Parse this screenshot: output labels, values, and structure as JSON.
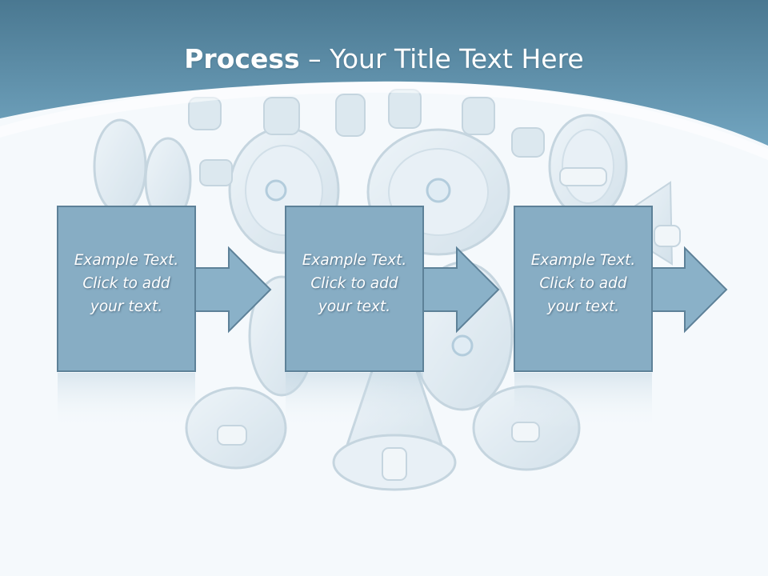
{
  "slide": {
    "title_bold": "Process",
    "title_rest": " – Your Title Text Here"
  },
  "steps": [
    {
      "line1": "Example Text.",
      "line2": "Click  to add",
      "line3": "your text."
    },
    {
      "line1": "Example Text.",
      "line2": "Click  to add",
      "line3": "your text."
    },
    {
      "line1": "Example Text.",
      "line2": "Click  to add",
      "line3": "your text."
    }
  ],
  "colors": {
    "header_dark": "#4f7f98",
    "header_light": "#6fa2bd",
    "box_fill": "#87adc4",
    "box_border": "#5d8198",
    "arrow_fill": "#8db3c9",
    "background": "#f5f9fc"
  },
  "decor": {
    "background_image": "megaphone-cluster"
  }
}
